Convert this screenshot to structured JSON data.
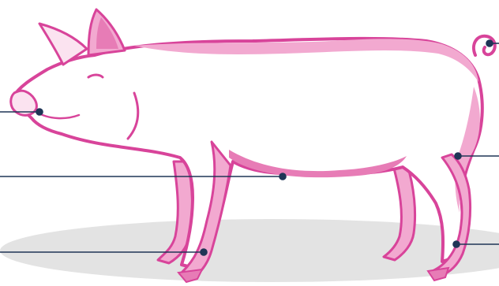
{
  "diagram": {
    "subject": "pig-side-view",
    "colors": {
      "background": "#ffffff",
      "outline": "#d8449a",
      "fill_dark": "#e77cb6",
      "fill_mid": "#f2a9d0",
      "fill_light": "#fbe3f0",
      "body_fill": "#ffffff",
      "shadow": "#e3e3e3",
      "leader_line": "#1f3556"
    },
    "callouts": [
      {
        "id": "snout",
        "label": ""
      },
      {
        "id": "belly",
        "label": ""
      },
      {
        "id": "front-foot",
        "label": ""
      },
      {
        "id": "tail",
        "label": ""
      },
      {
        "id": "ham",
        "label": ""
      },
      {
        "id": "hind-foot",
        "label": ""
      }
    ]
  }
}
